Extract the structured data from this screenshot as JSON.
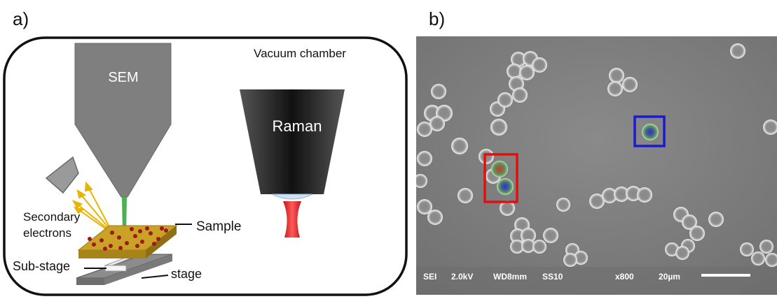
{
  "panel_a": {
    "letter": "a)",
    "chamber_label": "Vacuum chamber",
    "sem_label": "SEM",
    "raman_label": "Raman",
    "secondary_label_line1": "Secondary",
    "secondary_label_line2": "electrons",
    "sample_label": "Sample",
    "substage_label": "Sub-stage",
    "stage_label": "stage"
  },
  "panel_b": {
    "letter": "b)",
    "info_bar": {
      "mode": "SEI",
      "voltage": "2.0kV",
      "working_distance": "WD8mm",
      "spot_size": "SS10",
      "magnification": "x800",
      "scale": "20µm"
    },
    "highlight_colors": {
      "red_box": "#e01010",
      "blue_box": "#1a1ad0",
      "beam": "#4caf50",
      "raman_beam": "#c0141c",
      "sample": "#c9a227"
    }
  }
}
